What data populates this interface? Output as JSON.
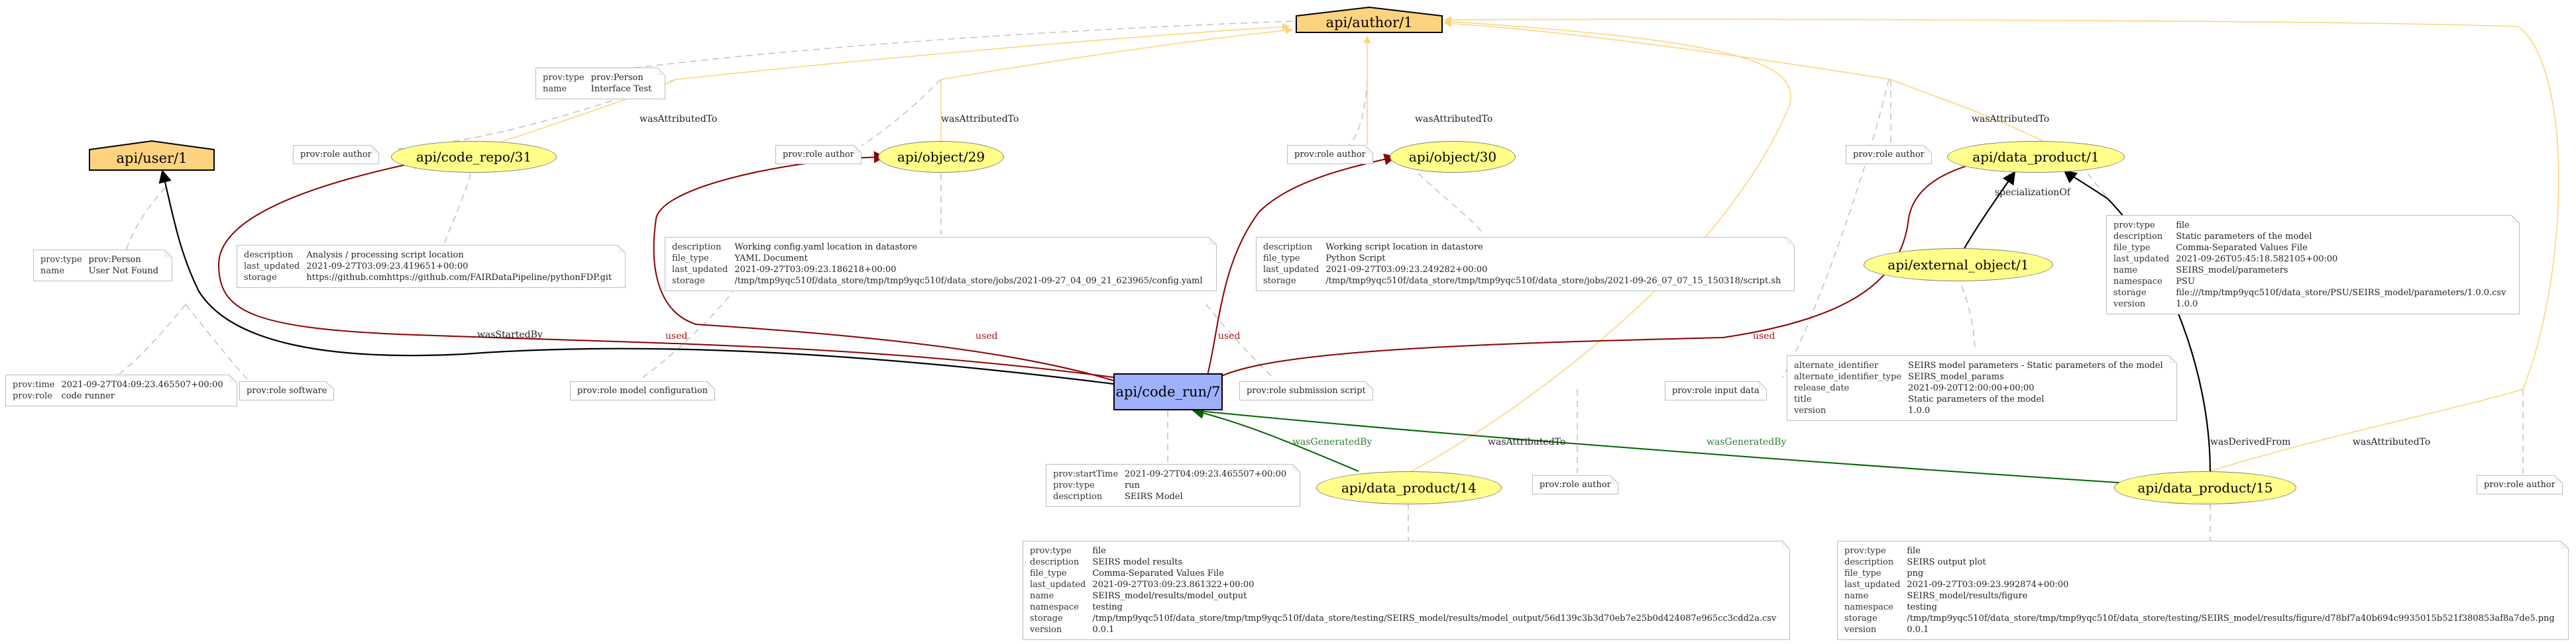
{
  "colors": {
    "entity_fill": "#ffff8a",
    "activity_fill": "#9fb1fc",
    "agent_fill": "#fed37f",
    "used_edge": "#8b0000",
    "generated_edge": "#006400",
    "attributed_edge": "#fed37f",
    "derived_edge": "#000000",
    "annotation_edge": "#bdbdbd"
  },
  "nodes": {
    "author": "api/author/1",
    "user": "api/user/1",
    "code_repo": "api/code_repo/31",
    "object29": "api/object/29",
    "object30": "api/object/30",
    "data_product1": "api/data_product/1",
    "external_object": "api/external_object/1",
    "code_run": "api/code_run/7",
    "data_product14": "api/data_product/14",
    "data_product15": "api/data_product/15"
  },
  "edge_labels": {
    "used": "used",
    "was_generated_by": "wasGeneratedBy",
    "was_attributed_to": "wasAttributedTo",
    "was_started_by": "wasStartedBy",
    "specialization_of": "specializationOf",
    "was_derived_from": "wasDerivedFrom"
  },
  "notes": {
    "author_props": [
      [
        "prov:type",
        "prov:Person"
      ],
      [
        "name",
        "Interface Test"
      ]
    ],
    "user_props": [
      [
        "prov:type",
        "prov:Person"
      ],
      [
        "name",
        "User Not Found"
      ]
    ],
    "started_props": [
      [
        "prov:time",
        "2021-09-27T04:09:23.465507+00:00"
      ],
      [
        "prov:role",
        "code runner"
      ]
    ],
    "role_software": "prov:role software",
    "role_author_repo": "prov:role author",
    "role_model_config": "prov:role model configuration",
    "role_author_obj29": "prov:role author",
    "role_submission": "prov:role submission script",
    "role_author_obj30": "prov:role author",
    "role_input_data": "prov:role input data",
    "role_author_dp1": "prov:role author",
    "role_author_dp14": "prov:role author",
    "role_author_dp15": "prov:role author",
    "code_repo_props": [
      [
        "description",
        "Analysis / processing script location"
      ],
      [
        "last_updated",
        "2021-09-27T03:09:23.419651+00:00"
      ],
      [
        "storage",
        "https://github.comhttps://github.com/FAIRDataPipeline/pythonFDP.git"
      ]
    ],
    "object29_props": [
      [
        "description",
        "Working config.yaml location in datastore"
      ],
      [
        "file_type",
        "YAML Document"
      ],
      [
        "last_updated",
        "2021-09-27T03:09:23.186218+00:00"
      ],
      [
        "storage",
        "/tmp/tmp9yqc510f/data_store/tmp/tmp9yqc510f/data_store/jobs/2021-09-27_04_09_21_623965/config.yaml"
      ]
    ],
    "object30_props": [
      [
        "description",
        "Working script location in datastore"
      ],
      [
        "file_type",
        "Python Script"
      ],
      [
        "last_updated",
        "2021-09-27T03:09:23.249282+00:00"
      ],
      [
        "storage",
        "/tmp/tmp9yqc510f/data_store/tmp/tmp9yqc510f/data_store/jobs/2021-09-26_07_07_15_150318/script.sh"
      ]
    ],
    "data_product1_props": [
      [
        "prov:type",
        "file"
      ],
      [
        "description",
        "Static parameters of the model"
      ],
      [
        "file_type",
        "Comma-Separated Values File"
      ],
      [
        "last_updated",
        "2021-09-26T05:45:18.582105+00:00"
      ],
      [
        "name",
        "SEIRS_model/parameters"
      ],
      [
        "namespace",
        "PSU"
      ],
      [
        "storage",
        "file:///tmp/tmp9yqc510f/data_store/PSU/SEIRS_model/parameters/1.0.0.csv"
      ],
      [
        "version",
        "1.0.0"
      ]
    ],
    "external_object_props": [
      [
        "alternate_identifier",
        "SEIRS model parameters - Static parameters of the model"
      ],
      [
        "alternate_identifier_type",
        "SEIRS_model_params"
      ],
      [
        "release_date",
        "2021-09-20T12:00:00+00:00"
      ],
      [
        "title",
        "Static parameters of the model"
      ],
      [
        "version",
        "1.0.0"
      ]
    ],
    "code_run_props": [
      [
        "prov:startTime",
        "2021-09-27T04:09:23.465507+00:00"
      ],
      [
        "prov:type",
        "run"
      ],
      [
        "description",
        "SEIRS Model"
      ]
    ],
    "data_product14_props": [
      [
        "prov:type",
        "file"
      ],
      [
        "description",
        "SEIRS model results"
      ],
      [
        "file_type",
        "Comma-Separated Values File"
      ],
      [
        "last_updated",
        "2021-09-27T03:09:23.861322+00:00"
      ],
      [
        "name",
        "SEIRS_model/results/model_output"
      ],
      [
        "namespace",
        "testing"
      ],
      [
        "storage",
        "/tmp/tmp9yqc510f/data_store/tmp/tmp9yqc510f/data_store/testing/SEIRS_model/results/model_output/56d139c3b3d70eb7e25b0d424087e965cc3cdd2a.csv"
      ],
      [
        "version",
        "0.0.1"
      ]
    ],
    "data_product15_props": [
      [
        "prov:type",
        "file"
      ],
      [
        "description",
        "SEIRS output plot"
      ],
      [
        "file_type",
        "png"
      ],
      [
        "last_updated",
        "2021-09-27T03:09:23.992874+00:00"
      ],
      [
        "name",
        "SEIRS_model/results/figure"
      ],
      [
        "namespace",
        "testing"
      ],
      [
        "storage",
        "/tmp/tmp9yqc510f/data_store/tmp/tmp9yqc510f/data_store/testing/SEIRS_model/results/figure/d78bf7a40b694c9935015b521f380853af8a7de5.png"
      ],
      [
        "version",
        "0.0.1"
      ]
    ]
  }
}
